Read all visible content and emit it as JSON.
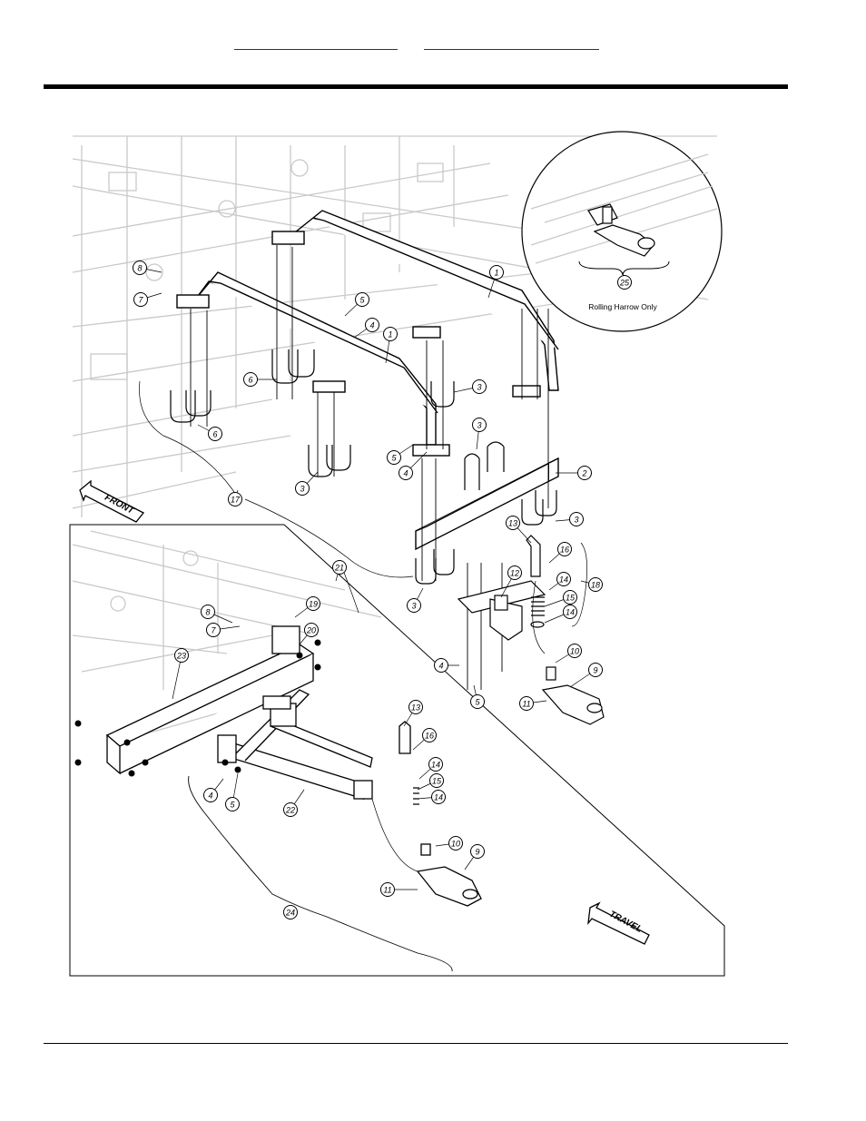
{
  "header": {
    "links": [
      {
        "label": ""
      },
      {
        "label": ""
      }
    ]
  },
  "diagram": {
    "inset_caption": "Rolling Harrow Only",
    "direction_labels": {
      "front": "FRONT",
      "travel": "TRAVEL"
    },
    "callouts": [
      {
        "n": "1"
      },
      {
        "n": "1"
      },
      {
        "n": "2"
      },
      {
        "n": "3"
      },
      {
        "n": "3"
      },
      {
        "n": "3"
      },
      {
        "n": "3"
      },
      {
        "n": "3"
      },
      {
        "n": "4"
      },
      {
        "n": "4"
      },
      {
        "n": "4"
      },
      {
        "n": "4"
      },
      {
        "n": "5"
      },
      {
        "n": "5"
      },
      {
        "n": "5"
      },
      {
        "n": "5"
      },
      {
        "n": "6"
      },
      {
        "n": "6"
      },
      {
        "n": "7"
      },
      {
        "n": "7"
      },
      {
        "n": "8"
      },
      {
        "n": "8"
      },
      {
        "n": "9"
      },
      {
        "n": "9"
      },
      {
        "n": "10"
      },
      {
        "n": "10"
      },
      {
        "n": "11"
      },
      {
        "n": "11"
      },
      {
        "n": "12"
      },
      {
        "n": "13"
      },
      {
        "n": "13"
      },
      {
        "n": "14"
      },
      {
        "n": "14"
      },
      {
        "n": "14"
      },
      {
        "n": "14"
      },
      {
        "n": "15"
      },
      {
        "n": "15"
      },
      {
        "n": "16"
      },
      {
        "n": "16"
      },
      {
        "n": "18"
      },
      {
        "n": "17"
      },
      {
        "n": "19"
      },
      {
        "n": "20"
      },
      {
        "n": "21"
      },
      {
        "n": "22"
      },
      {
        "n": "23"
      },
      {
        "n": "24"
      },
      {
        "n": "25"
      }
    ]
  }
}
